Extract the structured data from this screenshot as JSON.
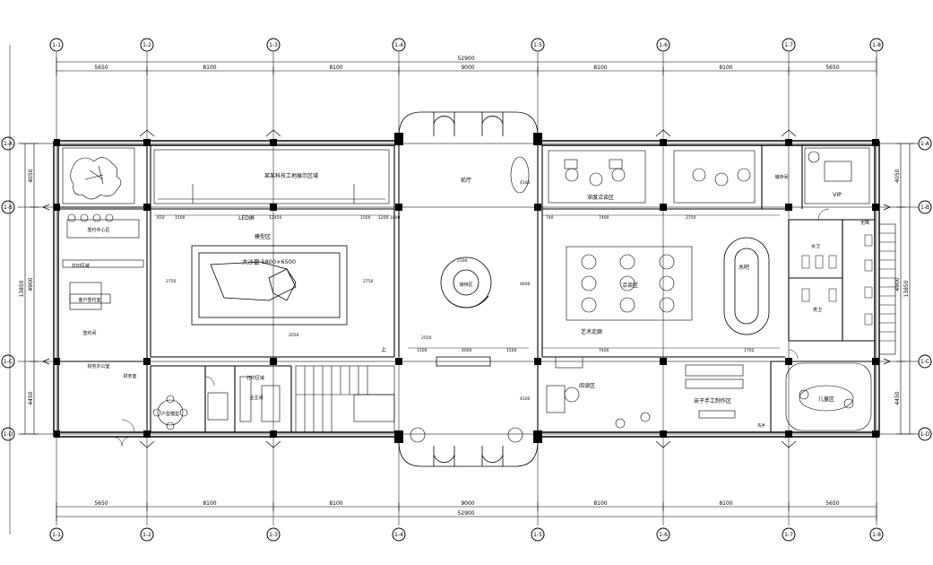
{
  "grid": {
    "columns": [
      "1-1",
      "1-2",
      "1-3",
      "1-4",
      "1-5",
      "1-6",
      "1-7",
      "1-8"
    ],
    "rows": [
      "1-A",
      "1-B",
      "1-C",
      "1-D"
    ]
  },
  "dimensions": {
    "top_total": "52900",
    "top_spans": [
      "5650",
      "8100",
      "8100",
      "9000",
      "8100",
      "8100",
      "5650"
    ],
    "bottom_total": "52900",
    "bottom_spans": [
      "5650",
      "8100",
      "8100",
      "9000",
      "8100",
      "8100",
      "5650"
    ],
    "left_spans": [
      "4050",
      "4900",
      "4450"
    ],
    "left_total": "13850",
    "right_spans": [
      "4050",
      "4900",
      "4450"
    ],
    "right_total": "13850",
    "inner": {
      "d_2750_l": "2750",
      "d_2750_r": "2750",
      "d_650": "650",
      "d_1500": "1500",
      "d_12450": "12450",
      "d_1500b": "1500",
      "d_1200": "1200",
      "d_1800": "1800",
      "d_4000": "4000",
      "d_1500c": "1500",
      "d_1500d": "1500",
      "d_2550": "2550",
      "d_2100": "2100",
      "d_2050": "2050",
      "d_4100a": "4100",
      "d_4600": "4600",
      "d_4100b": "4100",
      "d_740": "740",
      "d_7400a": "7400",
      "d_2750": "2750",
      "d_7400b": "7400",
      "d_1702": "1702"
    }
  },
  "rooms": {
    "exhibition_hall": "某某科技工地展示区域",
    "led_screen": "LED屏",
    "model_area": "模型区",
    "sand_table": "大沙盘 5800×6500",
    "lobby": "前厅",
    "deep_talk": "深度洽谈区",
    "storage": "储存间",
    "vip": "VIP",
    "negotiation": "洽谈区",
    "bar": "水吧",
    "art_gallery": "艺术走廊",
    "reading": "阅读区",
    "handcraft": "亲子手工制作区",
    "kids": "儿童区",
    "finance": "财务办公室",
    "signing_room": "签约间",
    "print_area": "打印区域",
    "office": "财务室",
    "owner_room": "业主间",
    "reception": "接待区",
    "print_room": "打印区域",
    "household_model": "户型模型",
    "accessible": "无障",
    "male_wc": "男卫",
    "female_wc": "女卫",
    "up_mark": "上",
    "sign_a": "签约中心区",
    "sign_b": "客户签约室",
    "hand_wash": "洗手"
  },
  "colors": {
    "line": "#000000",
    "background": "#ffffff"
  }
}
